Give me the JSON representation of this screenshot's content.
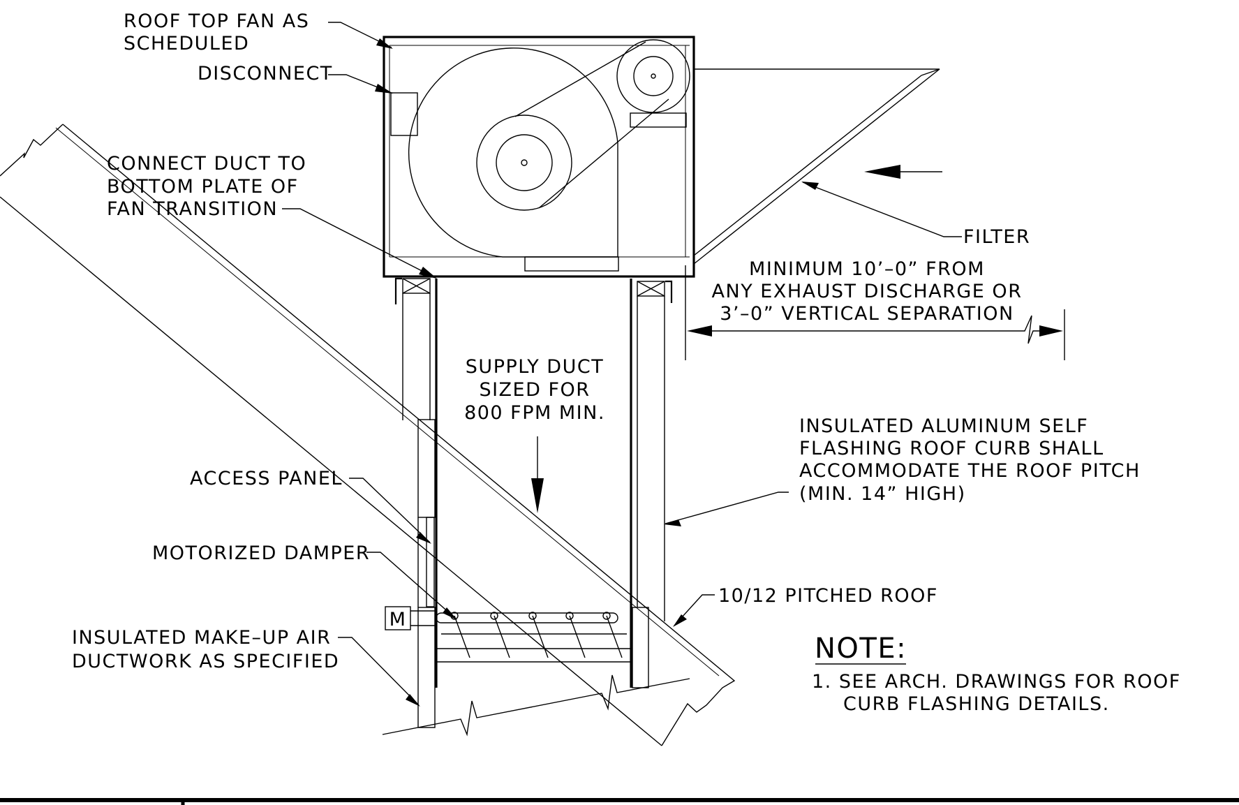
{
  "labels": {
    "roof_top_fan": [
      "ROOF TOP FAN AS",
      "SCHEDULED"
    ],
    "disconnect": "DISCONNECT",
    "connect_duct": [
      "CONNECT DUCT TO",
      "BOTTOM PLATE OF",
      "FAN TRANSITION"
    ],
    "filter": "FILTER",
    "minimum_separation": [
      "MINIMUM 10’–0” FROM",
      "ANY EXHAUST DISCHARGE OR",
      "3’–0” VERTICAL SEPARATION"
    ],
    "supply_duct": [
      "SUPPLY DUCT",
      "SIZED FOR",
      "800 FPM MIN."
    ],
    "roof_curb": [
      "INSULATED ALUMINUM SELF",
      "FLASHING ROOF CURB SHALL",
      "ACCOMMODATE THE ROOF PITCH",
      "(MIN. 14” HIGH)"
    ],
    "access_panel": "ACCESS PANEL",
    "motorized_damper": "MOTORIZED DAMPER",
    "motor_symbol": "M",
    "pitched_roof": "10/12 PITCHED ROOF",
    "makeup_air": [
      "INSULATED MAKE–UP AIR",
      "DUCTWORK AS SPECIFIED"
    ]
  },
  "note": {
    "heading": "NOTE:",
    "items": [
      "1. SEE ARCH. DRAWINGS FOR ROOF",
      "CURB FLASHING DETAILS."
    ]
  }
}
